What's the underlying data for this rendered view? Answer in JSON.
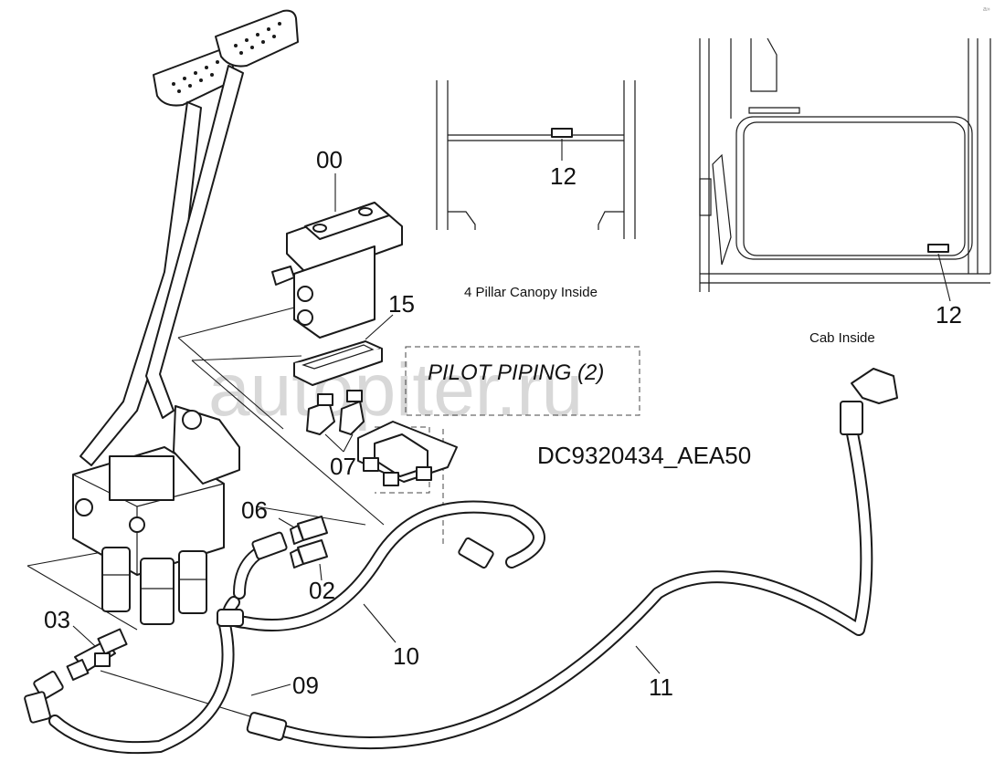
{
  "labels": {
    "part_00": "00",
    "part_02": "02",
    "part_03": "03",
    "part_06": "06",
    "part_07": "07",
    "part_09": "09",
    "part_10": "10",
    "part_11": "11",
    "part_12_canopy": "12",
    "part_12_cab": "12",
    "part_15": "15"
  },
  "captions": {
    "canopy": "4 Pillar Canopy Inside",
    "cab": "Cab Inside",
    "pilot_piping": "PILOT PIPING (2)",
    "diagram_id": "DC9320434_AEA50"
  },
  "watermark": "autopiter.ru",
  "corner_mark": "a»"
}
